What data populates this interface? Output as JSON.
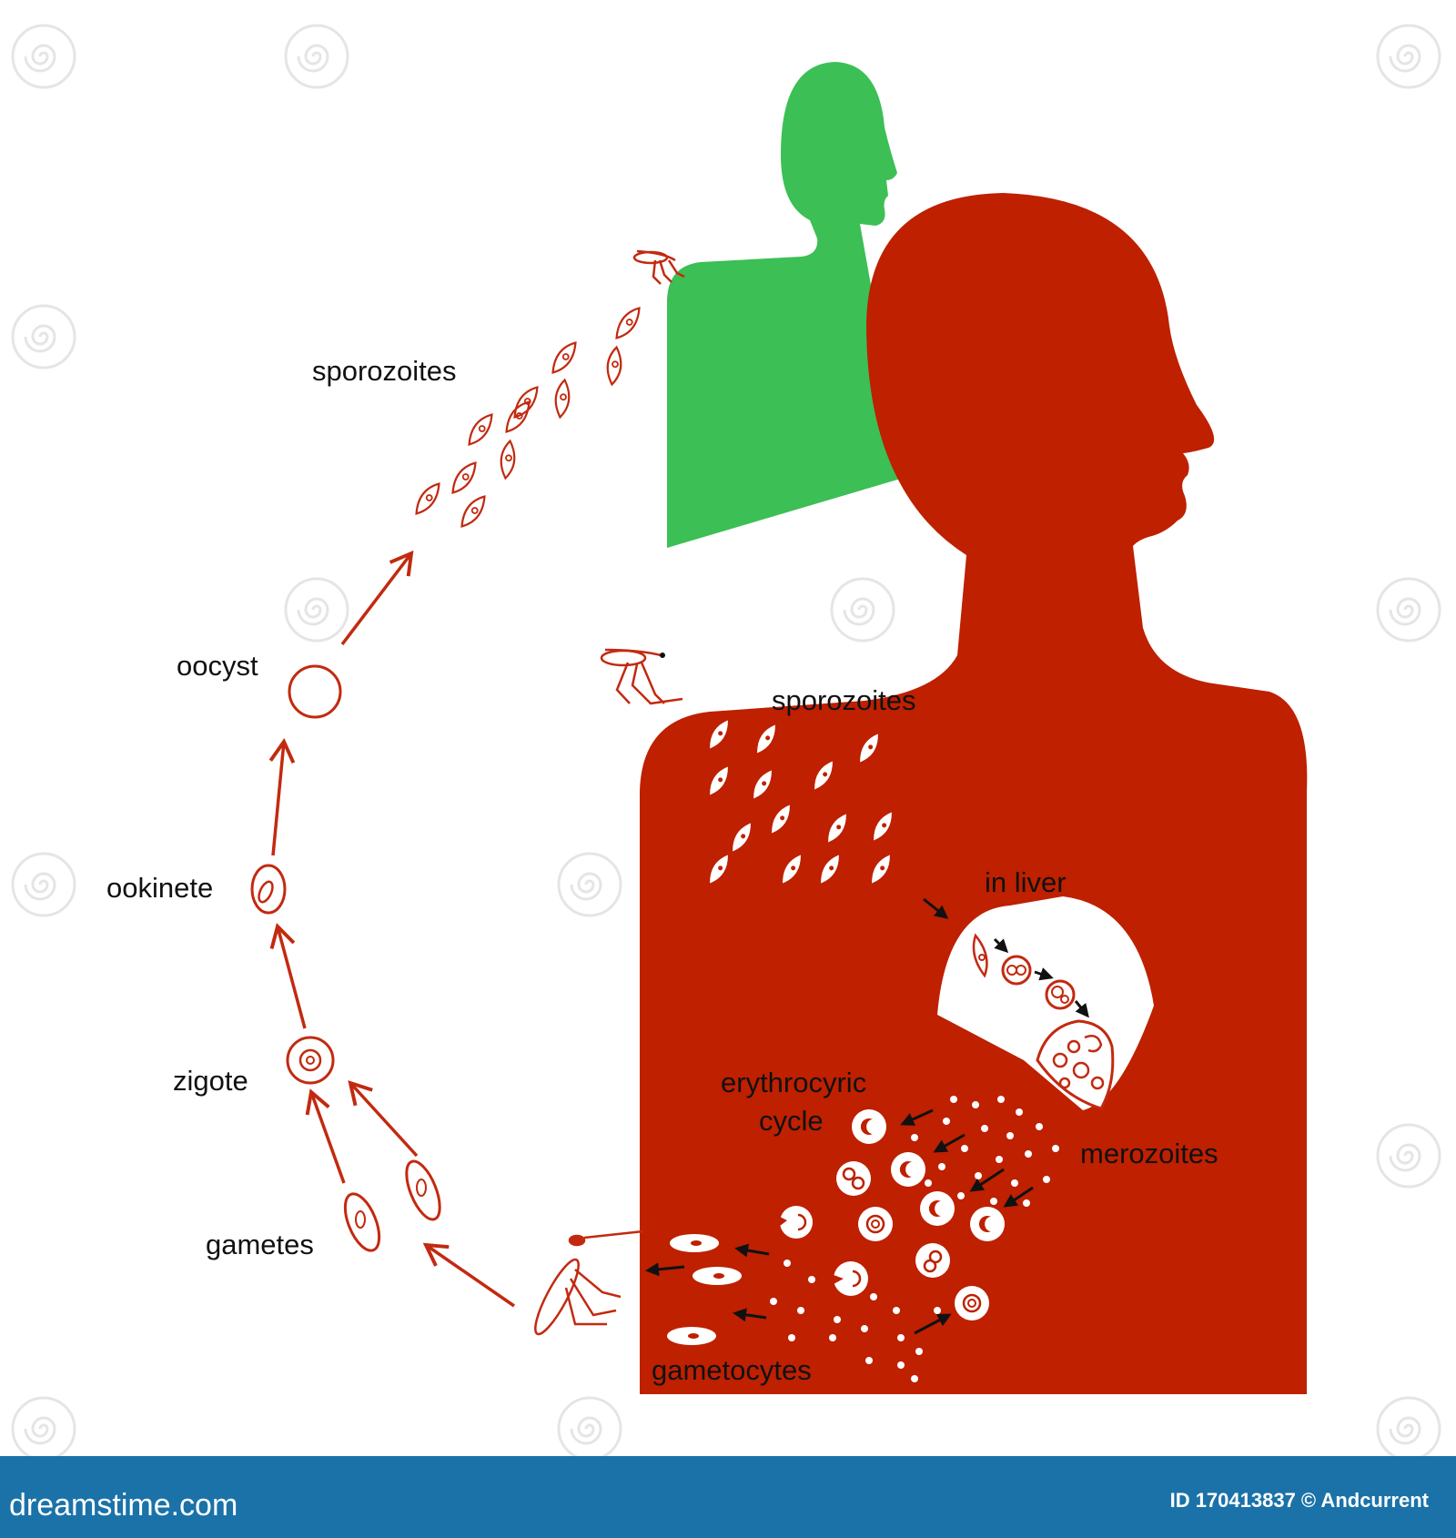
{
  "labels": {
    "sporozoites_vector": "sporozoites",
    "oocyst": "oocyst",
    "ookinete": "ookinete",
    "zigote": "zigote",
    "gametes": "gametes",
    "sporozoites_host": "sporozoites",
    "in_liver": "in liver",
    "erythrocytic_line1": "erythrocyric",
    "erythrocytic_line2": "cycle",
    "merozoites": "merozoites",
    "gametocytes": "gametocytes"
  },
  "footer": {
    "brand": "dreamstime.com",
    "id_text": "ID 170413837 © Andcurrent"
  },
  "colors": {
    "host_red": "#be2000",
    "healthy_green": "#3cbf55",
    "stroke_red": "#c22a10",
    "footer_blue": "#1a72a8",
    "cell_white": "#ffffff"
  },
  "icons": [
    "mosquito-icon",
    "sporozoite-icon",
    "erythrocyte-icon",
    "liver-cell-icon",
    "watermark-spiral-icon"
  ]
}
